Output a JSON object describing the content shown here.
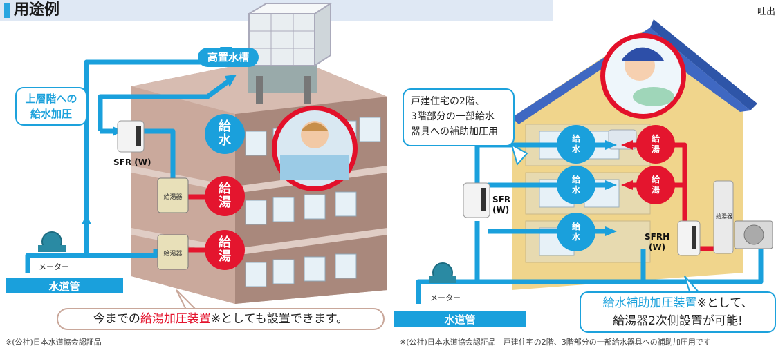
{
  "header": {
    "title": "用途例",
    "corner_text": "吐出"
  },
  "left": {
    "tank_label": "高置水槽",
    "pressure_callout": [
      "上層階への",
      "給水加圧"
    ],
    "supply_circle": [
      "給",
      "水"
    ],
    "hot_circles": [
      [
        "給",
        "湯"
      ],
      [
        "給",
        "湯"
      ]
    ],
    "heater_label": "給湯器",
    "unit_label": "SFR (W)",
    "meter_label": "メーター",
    "pipe_label": "水道管",
    "bottom_message_pre": "今までの",
    "bottom_message_red": "給湯加圧装置",
    "bottom_message_post": "※としても設置できます。",
    "footnote": "※(公社)日本水道協会認証品"
  },
  "right": {
    "usage_callout": [
      "戸建住宅の2階、",
      "3階部分の一部給水",
      "器具への補助加圧用"
    ],
    "supply_circle": [
      "給",
      "水"
    ],
    "hot_circle": [
      "給",
      "湯"
    ],
    "sfr_label": [
      "SFR",
      "(W)"
    ],
    "sfrh_label": [
      "SFRH",
      "(W)"
    ],
    "heater_label": "給湯器",
    "meter_label": "メーター",
    "pipe_label": "水道管",
    "bottom_message_line1_blue": "給水補助加圧装置",
    "bottom_message_line1_black": "※として、",
    "bottom_message_line2": "給湯器2次側設置が可能!",
    "footnote": "※(公社)日本水道協会認証品　戸建住宅の2階、3階部分の一部給水器具への補助加圧用です"
  },
  "colors": {
    "water_blue": "#1aa0dc",
    "hot_red": "#e4152e",
    "wall": "#c9a79a",
    "header_bg": "#dfe8f4"
  }
}
